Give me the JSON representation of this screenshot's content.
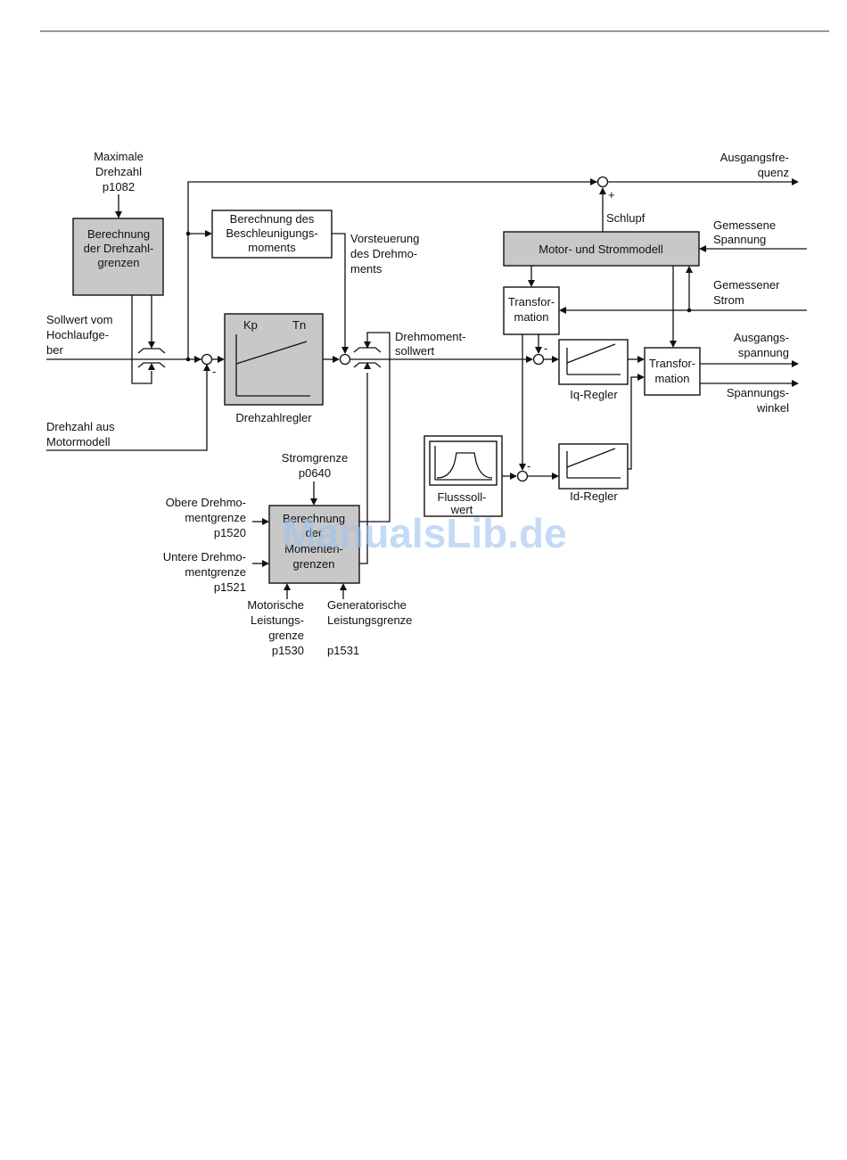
{
  "colors": {
    "block_fill": "#c8c8c8",
    "line": "#111111",
    "watermark": "#9ec3ef"
  },
  "watermark": "ManualsLib.de",
  "labels": {
    "max_drehzahl": [
      "Maximale",
      "Drehzahl",
      "p1082"
    ],
    "sollwert": [
      "Sollwert vom",
      "Hochlaufge-",
      "ber"
    ],
    "drehzahl_aus": [
      "Drehzahl aus",
      "Motormodell"
    ],
    "drehzahlregler": "Drehzahlregler",
    "kp": "Kp",
    "tn": "Tn",
    "vorsteuerung": [
      "Vorsteuerung",
      "des Drehmo-",
      "ments"
    ],
    "drehmomentsollwert": [
      "Drehmoment-",
      "sollwert"
    ],
    "ausgangsfrequenz": [
      "Ausgangsfre-",
      "quenz"
    ],
    "schlupf": "Schlupf",
    "gemessene_spannung": [
      "Gemessene",
      "Spannung"
    ],
    "gemessener_strom": [
      "Gemessener",
      "Strom"
    ],
    "ausgangsspannung": [
      "Ausgangs-",
      "spannung"
    ],
    "spannungswinkel": [
      "Spannungs-",
      "winkel"
    ],
    "iq_regler": "Iq-Regler",
    "id_regler": "Id-Regler",
    "flusssollwert": [
      "Flusssoll-",
      "wert"
    ],
    "stromgrenze": [
      "Stromgrenze",
      "p0640"
    ],
    "obere": [
      "Obere Drehmo-",
      "mentgrenze",
      "p1520"
    ],
    "untere": [
      "Untere Drehmo-",
      "mentgrenze",
      "p1521"
    ],
    "motorische": [
      "Motorische",
      "Leistungs-",
      "grenze",
      "p1530"
    ],
    "generatorische": [
      "Generatorische",
      "Leistungsgrenze"
    ],
    "p1531": "p1531",
    "plus": "+",
    "minus": "-"
  },
  "blocks": {
    "drehzahlgrenzen": [
      "Berechnung",
      "der Drehzahl-",
      "grenzen"
    ],
    "beschleunigung": [
      "Berechnung des",
      "Beschleunigungs-",
      "moments"
    ],
    "motormodell": "Motor- und Strommodell",
    "transformation_in": [
      "Transfor-",
      "mation"
    ],
    "transformation_out": [
      "Transfor-",
      "mation"
    ],
    "momentengrenzen": [
      "Berechnung",
      "der",
      "Momenten-",
      "grenzen"
    ]
  }
}
